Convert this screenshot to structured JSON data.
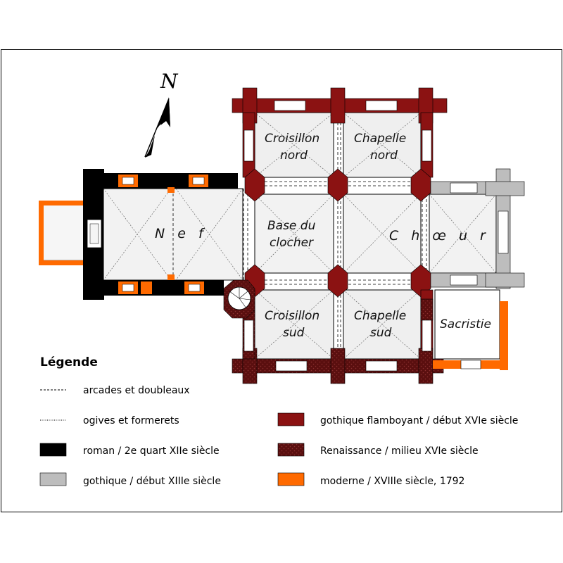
{
  "north_label": "N",
  "rooms": {
    "nef": "N e f",
    "croisillon_nord_l1": "Croisillon",
    "croisillon_nord_l2": "nord",
    "chapelle_nord_l1": "Chapelle",
    "chapelle_nord_l2": "nord",
    "base_clocher_l1": "Base du",
    "base_clocher_l2": "clocher",
    "choeur": "C h œ u r",
    "croisillon_sud_l1": "Croisillon",
    "croisillon_sud_l2": "sud",
    "chapelle_sud_l1": "Chapelle",
    "chapelle_sud_l2": "sud",
    "sacristie": "Sacristie"
  },
  "legend": {
    "title": "Légende",
    "items": [
      {
        "label": "arcades et doubleaux",
        "kind": "dashed-line"
      },
      {
        "label": "ogives et formerets",
        "kind": "dotted-line"
      },
      {
        "label": "roman / 2e quart XIIe siècle",
        "kind": "swatch",
        "color": "#000000"
      },
      {
        "label": "gothique / début XIIIe siècle",
        "kind": "swatch",
        "color": "#bdbdbd"
      },
      {
        "label": "gothique flamboyant / début XVIe siècle",
        "kind": "swatch",
        "color": "#8b1212"
      },
      {
        "label": "Renaissance / milieu XVIe siècle",
        "kind": "swatch",
        "color": "#5a0f0f"
      },
      {
        "label": "moderne / XVIIIe siècle, 1792",
        "kind": "swatch",
        "color": "#ff6a00"
      }
    ]
  },
  "colors": {
    "roman": "#000000",
    "gothique": "#bdbdbd",
    "flamboyant": "#8b1212",
    "renaissance": "#5a0f0f",
    "moderne": "#ff6a00",
    "floor": "#f2f2f2"
  }
}
